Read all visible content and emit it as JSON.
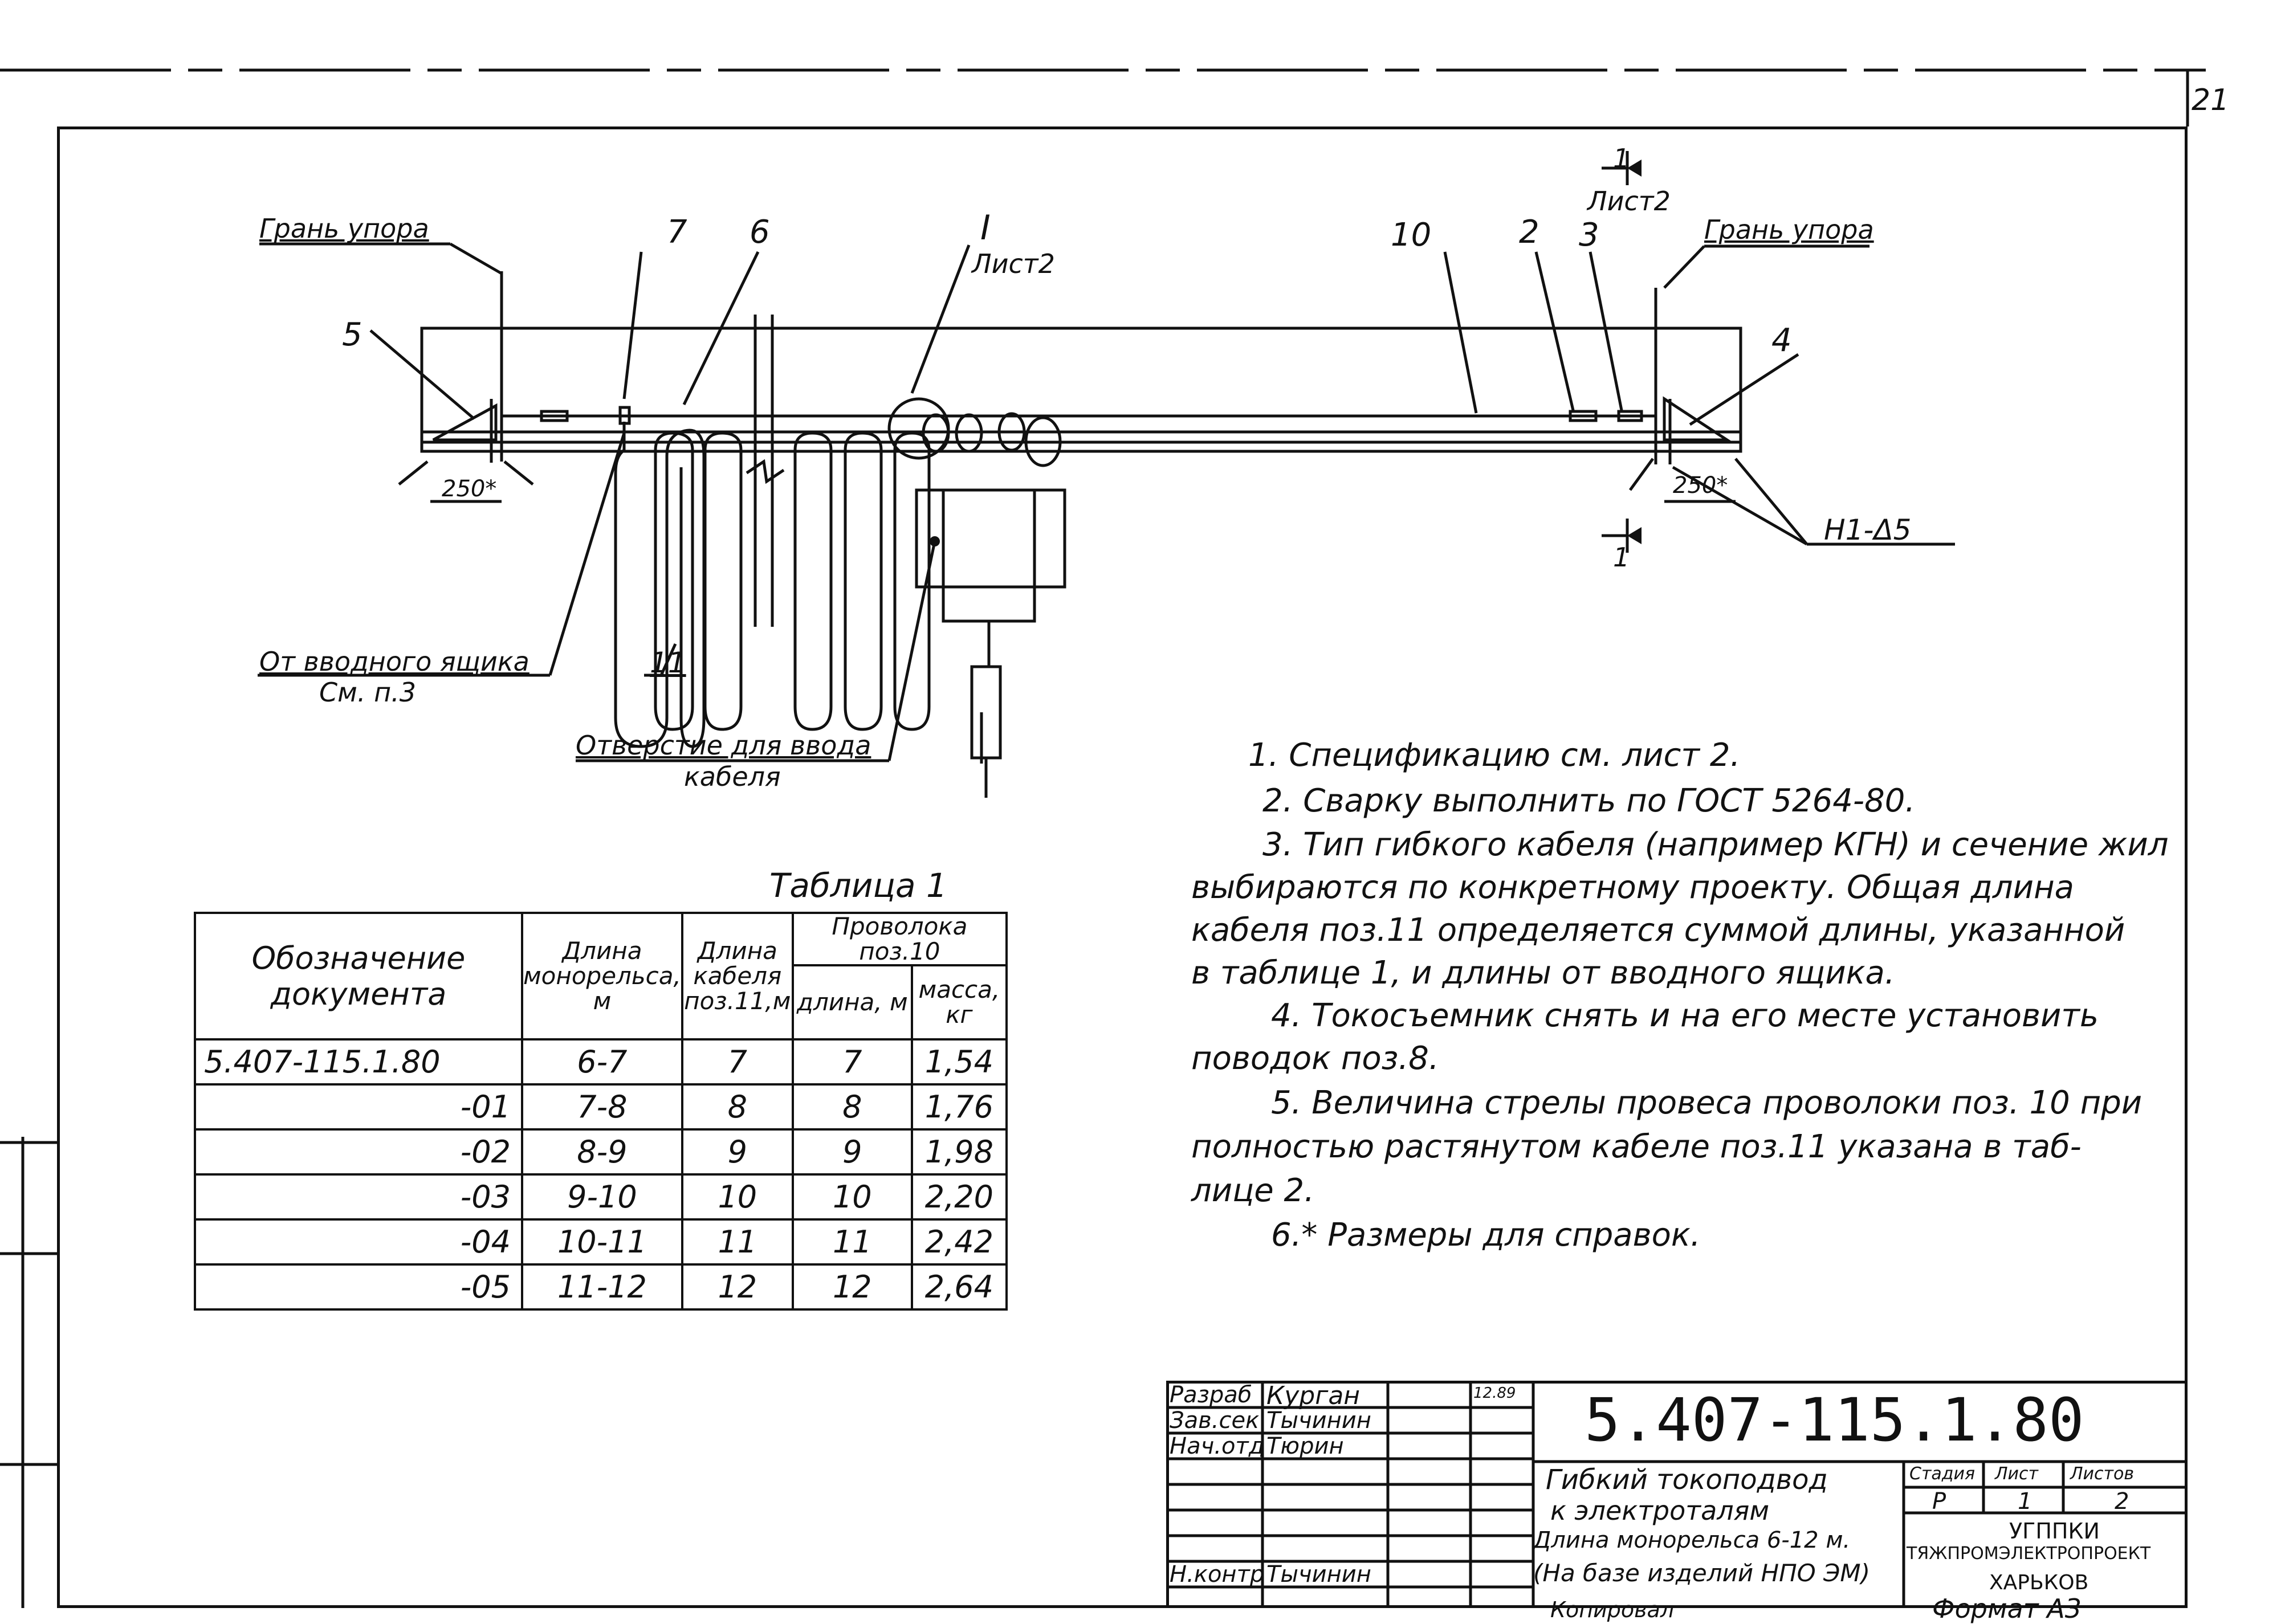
{
  "sheet_corner_number": "21",
  "view": {
    "left_face_label": "Грань упора",
    "right_face_label": "Грань упора",
    "pos5": "5",
    "pos7": "7",
    "pos6": "6",
    "view_I": "I",
    "view_I_sheet": "Лист2",
    "pos10": "10",
    "pos2": "2",
    "pos3": "3",
    "pos4": "4",
    "section_num_top": "1",
    "section_sheet": "Лист2",
    "section_num_bottom": "1",
    "dim_left": "250*",
    "dim_right": "250*",
    "weld": "H1-Δ5",
    "from_box_line1": "От вводного ящика",
    "from_box_line2": "См. п.3",
    "pos11": "11",
    "hole_line1": "Отверстие для ввода",
    "hole_line2": "кабеля"
  },
  "table1": {
    "caption": "Таблица 1",
    "headers": {
      "designation": "Обозначение документа",
      "monorail_len": "Длина монорельса, м",
      "cable_len": "Длина кабеля поз.11,м",
      "wire_group": "Проволока поз.10",
      "wire_len": "длина, м",
      "wire_mass": "масса, кг"
    },
    "rows": [
      {
        "code": "5.407-115.1.80",
        "mono": "6-7",
        "cable": "7",
        "len": "7",
        "mass": "1,54"
      },
      {
        "code": "-01",
        "mono": "7-8",
        "cable": "8",
        "len": "8",
        "mass": "1,76"
      },
      {
        "code": "-02",
        "mono": "8-9",
        "cable": "9",
        "len": "9",
        "mass": "1,98"
      },
      {
        "code": "-03",
        "mono": "9-10",
        "cable": "10",
        "len": "10",
        "mass": "2,20"
      },
      {
        "code": "-04",
        "mono": "10-11",
        "cable": "11",
        "len": "11",
        "mass": "2,42"
      },
      {
        "code": "-05",
        "mono": "11-12",
        "cable": "12",
        "len": "12",
        "mass": "2,64"
      }
    ]
  },
  "notes": [
    "1. Спецификацию см. лист 2.",
    "2. Сварку выполнить по ГОСТ 5264-80.",
    "3. Тип гибкого кабеля (например КГН) и сечение жил",
    "выбираются по конкретному проекту. Общая длина",
    "кабеля поз.11 определяется суммой длины, указанной",
    "в таблице 1, и длины от вводного ящика.",
    "4. Токосъемник снять и на его месте установить",
    "поводок поз.8.",
    "5. Величина стрелы провеса проволоки поз. 10 при",
    "полностью растянутом кабеле поз.11 указана в таб-",
    "лице 2.",
    "6.* Размеры для справок."
  ],
  "title_block": {
    "role1": "Разраб",
    "name1": "Курган",
    "role2": "Зав.сек",
    "name2": "Тычинин",
    "role3": "Нач.отд",
    "name3": "Тюрин",
    "role4": "Н.контр",
    "name4": "Тычинин",
    "date": "12.89",
    "doc_number": "5.407-115.1.80",
    "title_line1": "Гибкий токоподвод",
    "title_line2": "к электроталям",
    "title_line3": "Длина монорельса 6-12 м.",
    "title_line4": "(На базе изделий НПО ЭМ)",
    "stage_label": "Стадия",
    "sheet_label": "Лист",
    "sheets_label": "Листов",
    "stage": "Р",
    "sheet": "1",
    "sheets": "2",
    "org_line1": "УГППКИ",
    "org_line2": "ТЯЖПРОМЭЛЕКТРОПРОЕКТ",
    "org_line3": "ХАРЬКОВ"
  },
  "footer": {
    "copied": "Копировал",
    "format": "Формат А3"
  }
}
